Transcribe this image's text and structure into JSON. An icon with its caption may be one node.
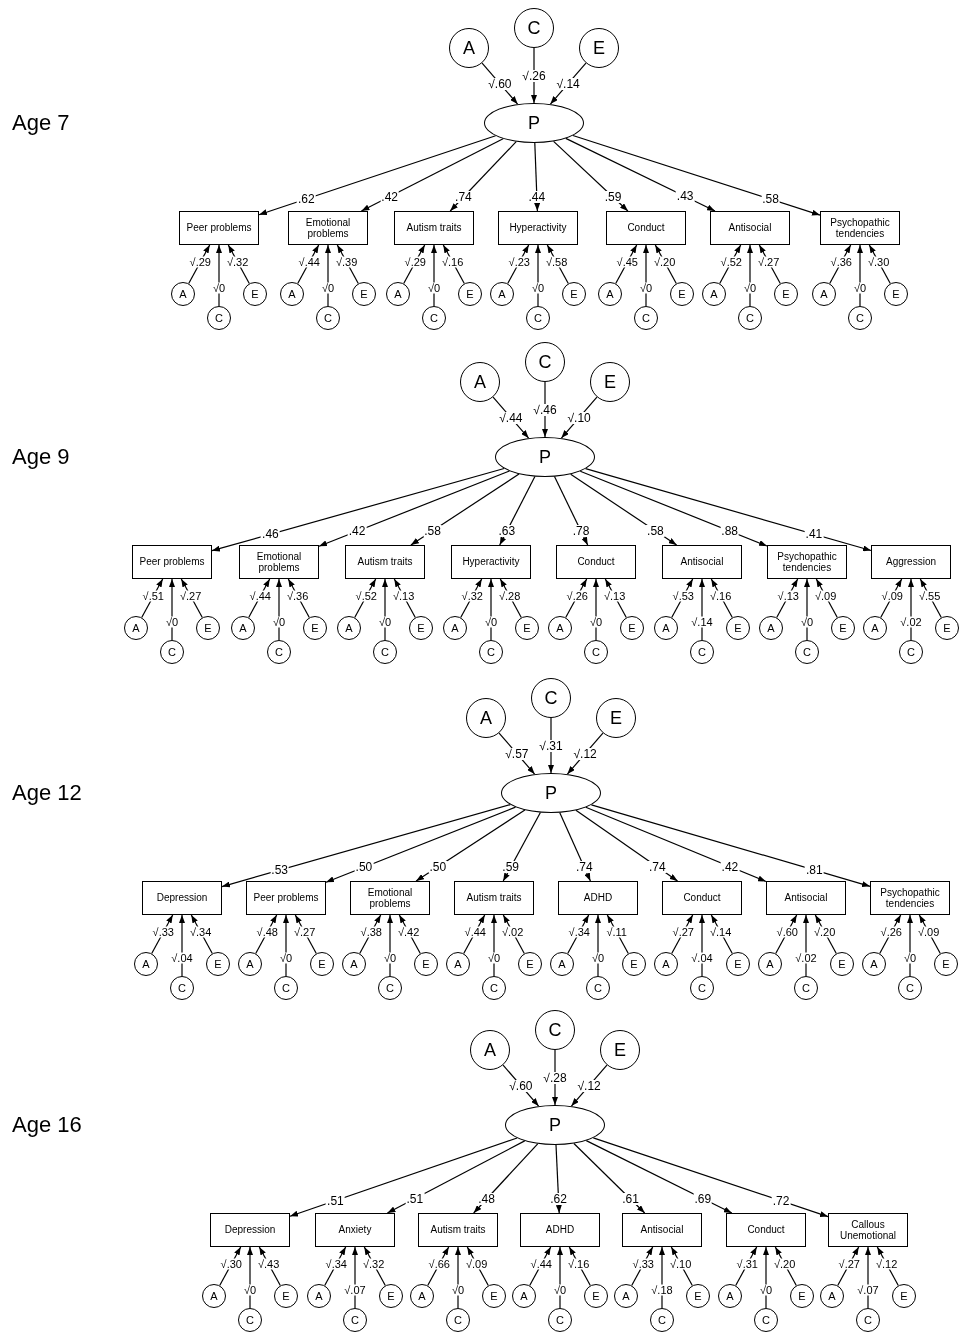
{
  "diagram": {
    "nodes": [
      {
        "text": [
          "A"
        ]
      },
      {
        "text": [
          "C"
        ]
      },
      {
        "text": [
          "E"
        ]
      },
      {
        "text": [
          "P"
        ]
      },
      {
        "text": [
          "Peer problems"
        ]
      },
      {
        "text": [
          "Emotional problems"
        ]
      },
      {
        "text": [
          "Autism traits"
        ]
      },
      {
        "text": [
          "Hyperactivity"
        ]
      },
      {
        "text": [
          "Conduct"
        ]
      },
      {
        "text": [
          "Antisocial"
        ]
      },
      {
        "text": [
          "Psychopathic tendencies"
        ]
      },
      {
        "text": [
          "A"
        ]
      },
      {
        "text": [
          "C"
        ]
      },
      {
        "text": [
          "E"
        ]
      },
      {
        "text": [
          "A"
        ]
      },
      {
        "text": [
          "C"
        ]
      },
      {
        "text": [
          "E"
        ]
      },
      {
        "text": [
          "A"
        ]
      },
      {
        "text": [
          "C"
        ]
      },
      {
        "text": [
          "E"
        ]
      },
      {
        "text": [
          "A"
        ]
      },
      {
        "text": [
          "C"
        ]
      },
      {
        "text": [
          "E"
        ]
      },
      {
        "text": [
          "A"
        ]
      },
      {
        "text": [
          "C"
        ]
      },
      {
        "text": [
          "E"
        ]
      },
      {
        "text": [
          "A"
        ]
      },
      {
        "text": [
          "C"
        ]
      },
      {
        "text": [
          "E"
        ]
      },
      {
        "text": [
          "A"
        ]
      },
      {
        "text": [
          "C"
        ]
      },
      {
        "text": [
          "E"
        ]
      },
      {
        "text": [
          "A"
        ]
      },
      {
        "text": [
          "C"
        ]
      },
      {
        "text": [
          "E"
        ]
      },
      {
        "text": [
          "P"
        ]
      },
      {
        "text": [
          "Peer problems"
        ]
      },
      {
        "text": [
          "Emotional problems"
        ]
      },
      {
        "text": [
          "Autism traits"
        ]
      },
      {
        "text": [
          "Hyperactivity"
        ]
      },
      {
        "text": [
          "Conduct"
        ]
      },
      {
        "text": [
          "Antisocial"
        ]
      },
      {
        "text": [
          "Psychopathic tendencies"
        ]
      },
      {
        "text": [
          "Aggression"
        ]
      },
      {
        "text": [
          "A"
        ]
      },
      {
        "text": [
          "C"
        ]
      },
      {
        "text": [
          "E"
        ]
      },
      {
        "text": [
          "A"
        ]
      },
      {
        "text": [
          "C"
        ]
      },
      {
        "text": [
          "E"
        ]
      },
      {
        "text": [
          "A"
        ]
      },
      {
        "text": [
          "C"
        ]
      },
      {
        "text": [
          "E"
        ]
      },
      {
        "text": [
          "A"
        ]
      },
      {
        "text": [
          "C"
        ]
      },
      {
        "text": [
          "E"
        ]
      },
      {
        "text": [
          "A"
        ]
      },
      {
        "text": [
          "C"
        ]
      },
      {
        "text": [
          "E"
        ]
      },
      {
        "text": [
          "A"
        ]
      },
      {
        "text": [
          "C"
        ]
      },
      {
        "text": [
          "E"
        ]
      },
      {
        "text": [
          "A"
        ]
      },
      {
        "text": [
          "C"
        ]
      },
      {
        "text": [
          "E"
        ]
      },
      {
        "text": [
          "A"
        ]
      },
      {
        "text": [
          "C"
        ]
      },
      {
        "text": [
          "E"
        ]
      },
      {
        "text": [
          "A"
        ]
      },
      {
        "text": [
          "C"
        ]
      },
      {
        "text": [
          "E"
        ]
      },
      {
        "text": [
          "P"
        ]
      },
      {
        "text": [
          "Depression"
        ]
      },
      {
        "text": [
          "Peer problems"
        ]
      },
      {
        "text": [
          "Emotional problems"
        ]
      },
      {
        "text": [
          "Autism traits"
        ]
      },
      {
        "text": [
          "ADHD"
        ]
      },
      {
        "text": [
          "Conduct"
        ]
      },
      {
        "text": [
          "Antisocial"
        ]
      },
      {
        "text": [
          "Psychopathic tendencies"
        ]
      },
      {
        "text": [
          "A"
        ]
      },
      {
        "text": [
          "C"
        ]
      },
      {
        "text": [
          "E"
        ]
      },
      {
        "text": [
          "A"
        ]
      },
      {
        "text": [
          "C"
        ]
      },
      {
        "text": [
          "E"
        ]
      },
      {
        "text": [
          "A"
        ]
      },
      {
        "text": [
          "C"
        ]
      },
      {
        "text": [
          "E"
        ]
      },
      {
        "text": [
          "A"
        ]
      },
      {
        "text": [
          "C"
        ]
      },
      {
        "text": [
          "E"
        ]
      },
      {
        "text": [
          "A"
        ]
      },
      {
        "text": [
          "C"
        ]
      },
      {
        "text": [
          "E"
        ]
      },
      {
        "text": [
          "A"
        ]
      },
      {
        "text": [
          "C"
        ]
      },
      {
        "text": [
          "E"
        ]
      },
      {
        "text": [
          "A"
        ]
      },
      {
        "text": [
          "C"
        ]
      },
      {
        "text": [
          "E"
        ]
      },
      {
        "text": [
          "A"
        ]
      },
      {
        "text": [
          "C"
        ]
      },
      {
        "text": [
          "E"
        ]
      },
      {
        "text": [
          "A"
        ]
      },
      {
        "text": [
          "C"
        ]
      },
      {
        "text": [
          "E"
        ]
      },
      {
        "text": [
          "P"
        ]
      },
      {
        "text": [
          "Depression"
        ]
      },
      {
        "text": [
          "Anxiety"
        ]
      },
      {
        "text": [
          "Autism traits"
        ]
      },
      {
        "text": [
          "ADHD"
        ]
      },
      {
        "text": [
          "Antisocial"
        ]
      },
      {
        "text": [
          "Conduct"
        ]
      },
      {
        "text": [
          "Callous Unemotional"
        ]
      },
      {
        "text": [
          "A"
        ]
      },
      {
        "text": [
          "C"
        ]
      },
      {
        "text": [
          "E"
        ]
      },
      {
        "text": [
          "A"
        ]
      },
      {
        "text": [
          "C"
        ]
      },
      {
        "text": [
          "E"
        ]
      },
      {
        "text": [
          "A"
        ]
      },
      {
        "text": [
          "C"
        ]
      },
      {
        "text": [
          "E"
        ]
      },
      {
        "text": [
          "A"
        ]
      },
      {
        "text": [
          "C"
        ]
      },
      {
        "text": [
          "E"
        ]
      },
      {
        "text": [
          "A"
        ]
      },
      {
        "text": [
          "C"
        ]
      },
      {
        "text": [
          "E"
        ]
      },
      {
        "text": [
          "A"
        ]
      },
      {
        "text": [
          "C"
        ]
      },
      {
        "text": [
          "E"
        ]
      },
      {
        "text": [
          "A"
        ]
      },
      {
        "text": [
          "C"
        ]
      },
      {
        "text": [
          "E"
        ]
      }
    ],
    "edges": [
      {
        "from": 0,
        "to": 3,
        "arrow": "to",
        "label": "√.60"
      },
      {
        "from": 1,
        "to": 3,
        "arrow": "to",
        "label": "√.26"
      },
      {
        "from": 2,
        "to": 3,
        "arrow": "to",
        "label": "√.14"
      },
      {
        "from": 3,
        "to": 4,
        "arrow": "to",
        "label": ".62"
      },
      {
        "from": 3,
        "to": 5,
        "arrow": "to",
        "label": ".42"
      },
      {
        "from": 3,
        "to": 6,
        "arrow": "to",
        "label": ".74"
      },
      {
        "from": 3,
        "to": 7,
        "arrow": "to",
        "label": ".44"
      },
      {
        "from": 3,
        "to": 8,
        "arrow": "to",
        "label": ".59"
      },
      {
        "from": 3,
        "to": 9,
        "arrow": "to",
        "label": ".43"
      },
      {
        "from": 3,
        "to": 10,
        "arrow": "to",
        "label": ".58"
      },
      {
        "from": 11,
        "to": 4,
        "arrow": "to",
        "label": "√.29"
      },
      {
        "from": 12,
        "to": 4,
        "arrow": "to",
        "label": "√0"
      },
      {
        "from": 13,
        "to": 4,
        "arrow": "to",
        "label": "√.32"
      },
      {
        "from": 14,
        "to": 5,
        "arrow": "to",
        "label": "√.44"
      },
      {
        "from": 15,
        "to": 5,
        "arrow": "to",
        "label": "√0"
      },
      {
        "from": 16,
        "to": 5,
        "arrow": "to",
        "label": "√.39"
      },
      {
        "from": 17,
        "to": 6,
        "arrow": "to",
        "label": "√.29"
      },
      {
        "from": 18,
        "to": 6,
        "arrow": "to",
        "label": "√0"
      },
      {
        "from": 19,
        "to": 6,
        "arrow": "to",
        "label": "√.16"
      },
      {
        "from": 20,
        "to": 7,
        "arrow": "to",
        "label": "√.23"
      },
      {
        "from": 21,
        "to": 7,
        "arrow": "to",
        "label": "√0"
      },
      {
        "from": 22,
        "to": 7,
        "arrow": "to",
        "label": "√.58"
      },
      {
        "from": 23,
        "to": 8,
        "arrow": "to",
        "label": "√.45"
      },
      {
        "from": 24,
        "to": 8,
        "arrow": "to",
        "label": "√0"
      },
      {
        "from": 25,
        "to": 8,
        "arrow": "to",
        "label": "√.20"
      },
      {
        "from": 26,
        "to": 9,
        "arrow": "to",
        "label": "√.52"
      },
      {
        "from": 27,
        "to": 9,
        "arrow": "to",
        "label": "√0"
      },
      {
        "from": 28,
        "to": 9,
        "arrow": "to",
        "label": "√.27"
      },
      {
        "from": 29,
        "to": 10,
        "arrow": "to",
        "label": "√.36"
      },
      {
        "from": 30,
        "to": 10,
        "arrow": "to",
        "label": "√0"
      },
      {
        "from": 31,
        "to": 10,
        "arrow": "to",
        "label": "√.30"
      },
      {
        "from": 32,
        "to": 35,
        "arrow": "to",
        "label": "√.44"
      },
      {
        "from": 33,
        "to": 35,
        "arrow": "to",
        "label": "√.46"
      },
      {
        "from": 34,
        "to": 35,
        "arrow": "to",
        "label": "√.10"
      },
      {
        "from": 35,
        "to": 36,
        "arrow": "to",
        "label": ".46"
      },
      {
        "from": 35,
        "to": 37,
        "arrow": "to",
        "label": ".42"
      },
      {
        "from": 35,
        "to": 38,
        "arrow": "to",
        "label": ".58"
      },
      {
        "from": 35,
        "to": 39,
        "arrow": "to",
        "label": ".63"
      },
      {
        "from": 35,
        "to": 40,
        "arrow": "to",
        "label": ".78"
      },
      {
        "from": 35,
        "to": 41,
        "arrow": "to",
        "label": ".58"
      },
      {
        "from": 35,
        "to": 42,
        "arrow": "to",
        "label": ".88"
      },
      {
        "from": 35,
        "to": 43,
        "arrow": "to",
        "label": ".41"
      },
      {
        "from": 44,
        "to": 36,
        "arrow": "to",
        "label": "√.51"
      },
      {
        "from": 45,
        "to": 36,
        "arrow": "to",
        "label": "√0"
      },
      {
        "from": 46,
        "to": 36,
        "arrow": "to",
        "label": "√.27"
      },
      {
        "from": 47,
        "to": 37,
        "arrow": "to",
        "label": "√.44"
      },
      {
        "from": 48,
        "to": 37,
        "arrow": "to",
        "label": "√0"
      },
      {
        "from": 49,
        "to": 37,
        "arrow": "to",
        "label": "√.36"
      },
      {
        "from": 50,
        "to": 38,
        "arrow": "to",
        "label": "√.52"
      },
      {
        "from": 51,
        "to": 38,
        "arrow": "to",
        "label": "√0"
      },
      {
        "from": 52,
        "to": 38,
        "arrow": "to",
        "label": "√.13"
      },
      {
        "from": 53,
        "to": 39,
        "arrow": "to",
        "label": "√.32"
      },
      {
        "from": 54,
        "to": 39,
        "arrow": "to",
        "label": "√0"
      },
      {
        "from": 55,
        "to": 39,
        "arrow": "to",
        "label": "√.28"
      },
      {
        "from": 56,
        "to": 40,
        "arrow": "to",
        "label": "√.26"
      },
      {
        "from": 57,
        "to": 40,
        "arrow": "to",
        "label": "√0"
      },
      {
        "from": 58,
        "to": 40,
        "arrow": "to",
        "label": "√.13"
      },
      {
        "from": 59,
        "to": 41,
        "arrow": "to",
        "label": "√.53"
      },
      {
        "from": 60,
        "to": 41,
        "arrow": "to",
        "label": "√.14"
      },
      {
        "from": 61,
        "to": 41,
        "arrow": "to",
        "label": "√.16"
      },
      {
        "from": 62,
        "to": 42,
        "arrow": "to",
        "label": "√.13"
      },
      {
        "from": 63,
        "to": 42,
        "arrow": "to",
        "label": "√0"
      },
      {
        "from": 64,
        "to": 42,
        "arrow": "to",
        "label": "√.09"
      },
      {
        "from": 65,
        "to": 43,
        "arrow": "to",
        "label": "√.09"
      },
      {
        "from": 66,
        "to": 43,
        "arrow": "to",
        "label": "√.02"
      },
      {
        "from": 67,
        "to": 43,
        "arrow": "to",
        "label": "√.55"
      },
      {
        "from": 68,
        "to": 71,
        "arrow": "to",
        "label": "√.57"
      },
      {
        "from": 69,
        "to": 71,
        "arrow": "to",
        "label": "√.31"
      },
      {
        "from": 70,
        "to": 71,
        "arrow": "to",
        "label": "√.12"
      },
      {
        "from": 71,
        "to": 72,
        "arrow": "to",
        "label": ".53"
      },
      {
        "from": 71,
        "to": 73,
        "arrow": "to",
        "label": ".50"
      },
      {
        "from": 71,
        "to": 74,
        "arrow": "to",
        "label": ".50"
      },
      {
        "from": 71,
        "to": 75,
        "arrow": "to",
        "label": ".59"
      },
      {
        "from": 71,
        "to": 76,
        "arrow": "to",
        "label": ".74"
      },
      {
        "from": 71,
        "to": 77,
        "arrow": "to",
        "label": ".74"
      },
      {
        "from": 71,
        "to": 78,
        "arrow": "to",
        "label": ".42"
      },
      {
        "from": 71,
        "to": 79,
        "arrow": "to",
        "label": ".81"
      },
      {
        "from": 80,
        "to": 72,
        "arrow": "to",
        "label": "√.33"
      },
      {
        "from": 81,
        "to": 72,
        "arrow": "to",
        "label": "√.04"
      },
      {
        "from": 82,
        "to": 72,
        "arrow": "to",
        "label": "√.34"
      },
      {
        "from": 83,
        "to": 73,
        "arrow": "to",
        "label": "√.48"
      },
      {
        "from": 84,
        "to": 73,
        "arrow": "to",
        "label": "√0"
      },
      {
        "from": 85,
        "to": 73,
        "arrow": "to",
        "label": "√.27"
      },
      {
        "from": 86,
        "to": 74,
        "arrow": "to",
        "label": "√.38"
      },
      {
        "from": 87,
        "to": 74,
        "arrow": "to",
        "label": "√0"
      },
      {
        "from": 88,
        "to": 74,
        "arrow": "to",
        "label": "√.42"
      },
      {
        "from": 89,
        "to": 75,
        "arrow": "to",
        "label": "√.44"
      },
      {
        "from": 90,
        "to": 75,
        "arrow": "to",
        "label": "√0"
      },
      {
        "from": 91,
        "to": 75,
        "arrow": "to",
        "label": "√.02"
      },
      {
        "from": 92,
        "to": 76,
        "arrow": "to",
        "label": "√.34"
      },
      {
        "from": 93,
        "to": 76,
        "arrow": "to",
        "label": "√0"
      },
      {
        "from": 94,
        "to": 76,
        "arrow": "to",
        "label": "√.11"
      },
      {
        "from": 95,
        "to": 77,
        "arrow": "to",
        "label": "√.27"
      },
      {
        "from": 96,
        "to": 77,
        "arrow": "to",
        "label": "√.04"
      },
      {
        "from": 97,
        "to": 77,
        "arrow": "to",
        "label": "√.14"
      },
      {
        "from": 98,
        "to": 78,
        "arrow": "to",
        "label": "√.60"
      },
      {
        "from": 99,
        "to": 78,
        "arrow": "to",
        "label": "√.02"
      },
      {
        "from": 100,
        "to": 78,
        "arrow": "to",
        "label": "√.20"
      },
      {
        "from": 101,
        "to": 79,
        "arrow": "to",
        "label": "√.26"
      },
      {
        "from": 102,
        "to": 79,
        "arrow": "to",
        "label": "√0"
      },
      {
        "from": 103,
        "to": 79,
        "arrow": "to",
        "label": "√.09"
      },
      {
        "from": 104,
        "to": 107,
        "arrow": "to",
        "label": "√.60"
      },
      {
        "from": 105,
        "to": 107,
        "arrow": "to",
        "label": "√.28"
      },
      {
        "from": 106,
        "to": 107,
        "arrow": "to",
        "label": "√.12"
      },
      {
        "from": 107,
        "to": 108,
        "arrow": "to",
        "label": ".51"
      },
      {
        "from": 107,
        "to": 109,
        "arrow": "to",
        "label": ".51"
      },
      {
        "from": 107,
        "to": 110,
        "arrow": "to",
        "label": ".48"
      },
      {
        "from": 107,
        "to": 111,
        "arrow": "to",
        "label": ".62"
      },
      {
        "from": 107,
        "to": 112,
        "arrow": "to",
        "label": ".61"
      },
      {
        "from": 107,
        "to": 113,
        "arrow": "to",
        "label": ".69"
      },
      {
        "from": 107,
        "to": 114,
        "arrow": "to",
        "label": ".72"
      },
      {
        "from": 115,
        "to": 108,
        "arrow": "to",
        "label": "√.30"
      },
      {
        "from": 116,
        "to": 108,
        "arrow": "to",
        "label": "√0"
      },
      {
        "from": 117,
        "to": 108,
        "arrow": "to",
        "label": "√.43"
      },
      {
        "from": 118,
        "to": 109,
        "arrow": "to",
        "label": "√.34"
      },
      {
        "from": 119,
        "to": 109,
        "arrow": "to",
        "label": "√.07"
      },
      {
        "from": 120,
        "to": 109,
        "arrow": "to",
        "label": "√.32"
      },
      {
        "from": 121,
        "to": 110,
        "arrow": "to",
        "label": "√.66"
      },
      {
        "from": 122,
        "to": 110,
        "arrow": "to",
        "label": "√0"
      },
      {
        "from": 123,
        "to": 110,
        "arrow": "to",
        "label": "√.09"
      },
      {
        "from": 124,
        "to": 111,
        "arrow": "to",
        "label": "√.44"
      },
      {
        "from": 125,
        "to": 111,
        "arrow": "to",
        "label": "√0"
      },
      {
        "from": 126,
        "to": 111,
        "arrow": "to",
        "label": "√.16"
      },
      {
        "from": 127,
        "to": 112,
        "arrow": "to",
        "label": "√.33"
      },
      {
        "from": 128,
        "to": 112,
        "arrow": "to",
        "label": "√.18"
      },
      {
        "from": 129,
        "to": 112,
        "arrow": "to",
        "label": "√.10"
      },
      {
        "from": 130,
        "to": 113,
        "arrow": "to",
        "label": "√.31"
      },
      {
        "from": 131,
        "to": 113,
        "arrow": "to",
        "label": "√0"
      },
      {
        "from": 132,
        "to": 113,
        "arrow": "to",
        "label": "√.20"
      },
      {
        "from": 133,
        "to": 114,
        "arrow": "to",
        "label": "√.27"
      },
      {
        "from": 134,
        "to": 114,
        "arrow": "to",
        "label": "√.07"
      },
      {
        "from": 135,
        "to": 114,
        "arrow": "to",
        "label": "√.12"
      }
    ],
    "labels": [
      "Age 7",
      "Age 9",
      "Age 12",
      "Age 16"
    ]
  }
}
